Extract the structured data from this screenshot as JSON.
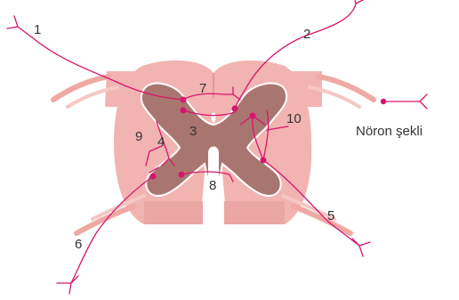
{
  "colors": {
    "white_matter": "#f2b4b0",
    "white_matter_dark": "#e89c98",
    "gray_matter": "#a9766f",
    "gray_outline": "#ffffff",
    "neuron": "#d6156f",
    "label_text": "#333333"
  },
  "labels": {
    "n1": "1",
    "n2": "2",
    "n3": "3",
    "n4": "4",
    "n5": "5",
    "n6": "6",
    "n7": "7",
    "n8": "8",
    "n9": "9",
    "n10": "10"
  },
  "legend": {
    "text": "Nöron şekli",
    "icon": "neuron-symbol-icon"
  }
}
